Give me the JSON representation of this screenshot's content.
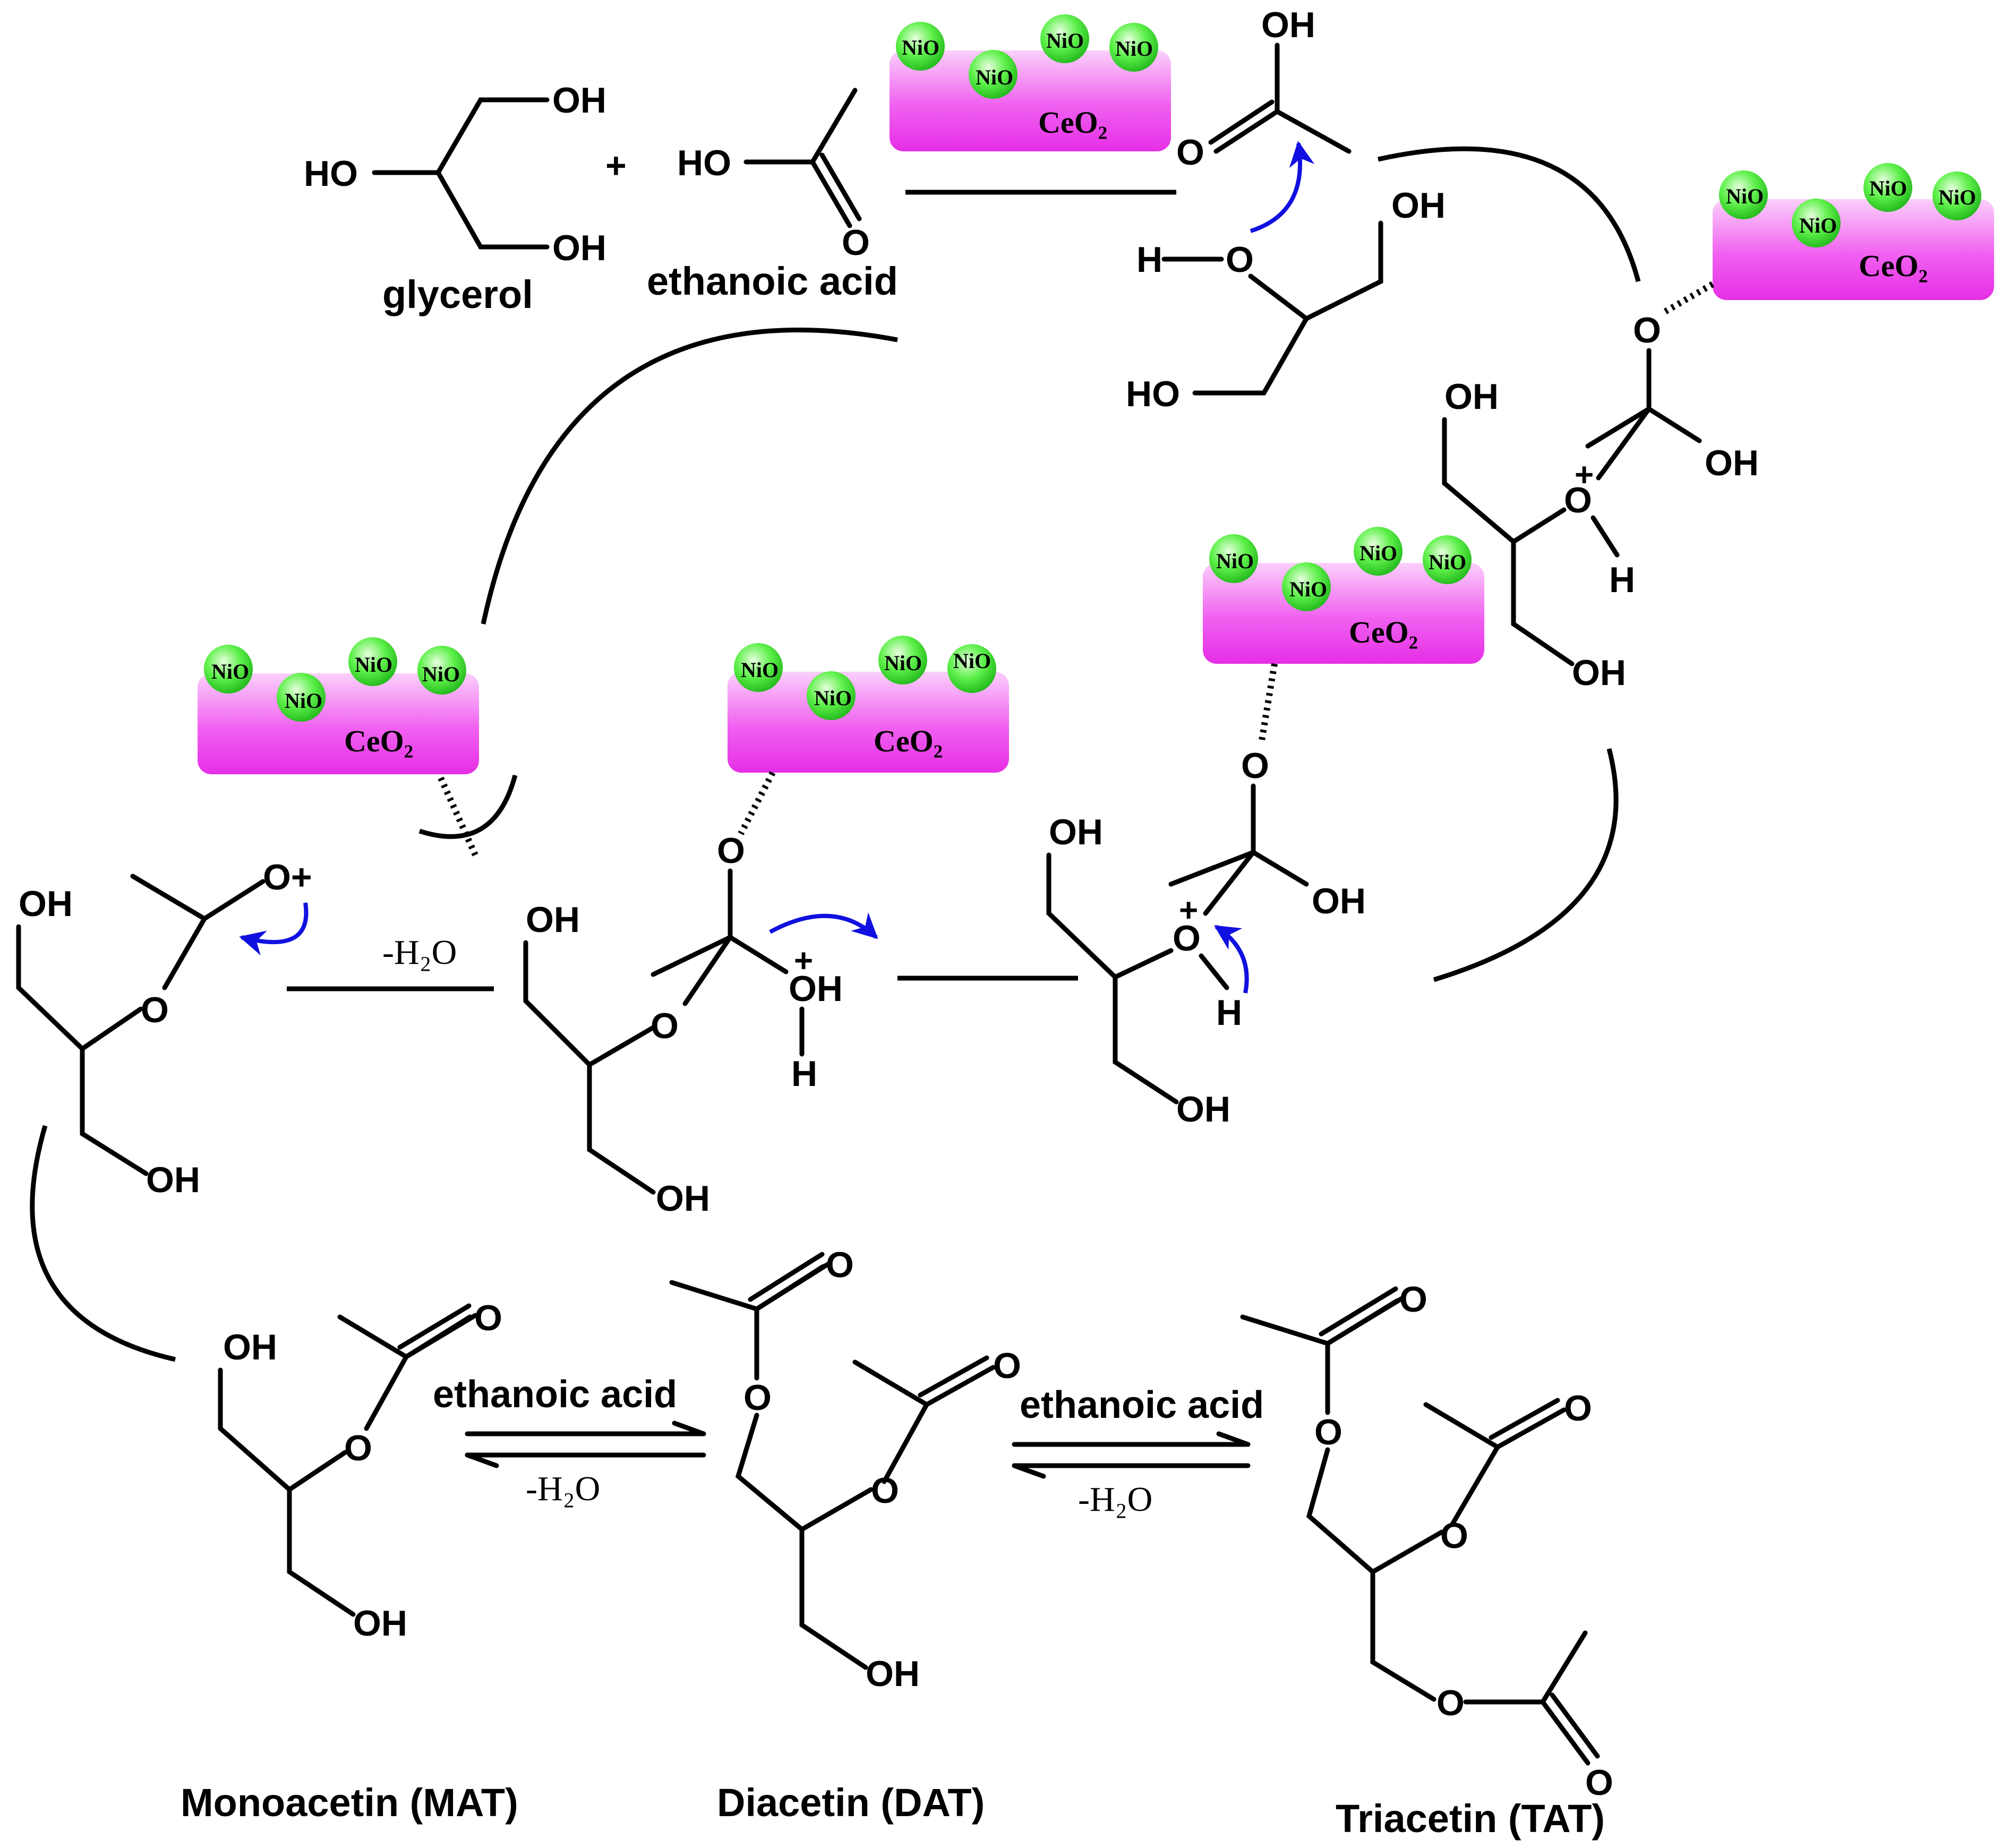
{
  "labels": {
    "glycerol": "glycerol",
    "ethanoic_acid": "ethanoic acid",
    "reagent": "ethanoic  acid",
    "minus_water": "-H₂O",
    "mat": "Monoacetin (MAT)",
    "dat": "Diacetin (DAT)",
    "tat": "Triacetin (TAT)"
  },
  "atoms": {
    "oh": "OH",
    "ho": "HO",
    "o": "O",
    "h": "H",
    "plus": "+",
    "o_plus": "O+"
  },
  "catalyst": {
    "support": "CeO₂",
    "particle": "NiO"
  },
  "colors": {
    "support_pink": "#ee3ff0",
    "nio_green": "#39e02e",
    "electron_arrow_blue": "#1010e0"
  }
}
